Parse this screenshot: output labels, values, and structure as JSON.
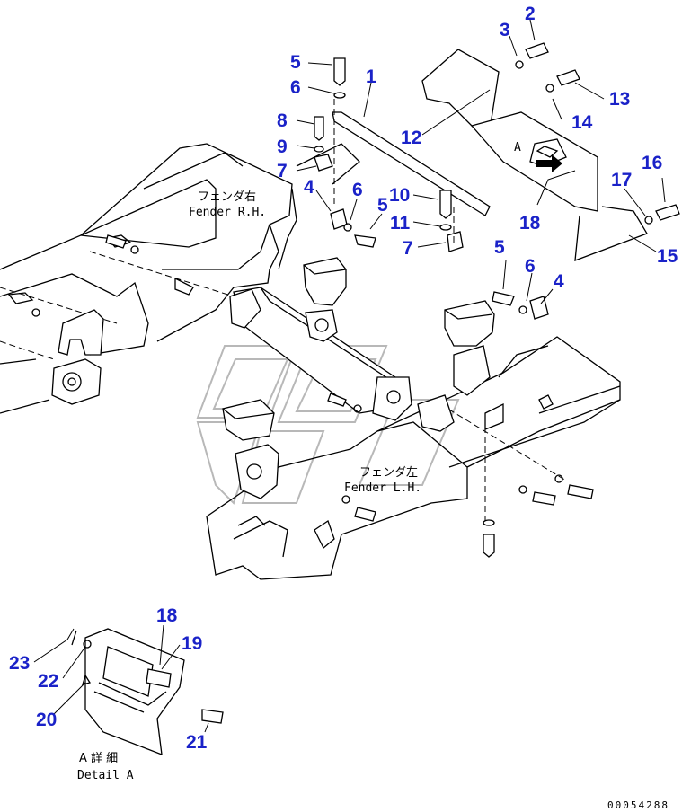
{
  "diagram": {
    "part_numbers": [
      {
        "id": "p2",
        "label": "2"
      },
      {
        "id": "p3",
        "label": "3"
      },
      {
        "id": "p13",
        "label": "13"
      },
      {
        "id": "p5a",
        "label": "5"
      },
      {
        "id": "p1",
        "label": "1"
      },
      {
        "id": "p6a",
        "label": "6"
      },
      {
        "id": "p14",
        "label": "14"
      },
      {
        "id": "p8",
        "label": "8"
      },
      {
        "id": "p12",
        "label": "12"
      },
      {
        "id": "p9",
        "label": "9"
      },
      {
        "id": "p7a",
        "label": "7"
      },
      {
        "id": "p16",
        "label": "16"
      },
      {
        "id": "p17",
        "label": "17"
      },
      {
        "id": "p4a",
        "label": "4"
      },
      {
        "id": "p6b",
        "label": "6"
      },
      {
        "id": "p10",
        "label": "10"
      },
      {
        "id": "p5b",
        "label": "5"
      },
      {
        "id": "p18a",
        "label": "18"
      },
      {
        "id": "p11",
        "label": "11"
      },
      {
        "id": "p7b",
        "label": "7"
      },
      {
        "id": "p15",
        "label": "15"
      },
      {
        "id": "p5c",
        "label": "5"
      },
      {
        "id": "p6c",
        "label": "6"
      },
      {
        "id": "p4b",
        "label": "4"
      },
      {
        "id": "p18b",
        "label": "18"
      },
      {
        "id": "p19",
        "label": "19"
      },
      {
        "id": "p23",
        "label": "23"
      },
      {
        "id": "p22",
        "label": "22"
      },
      {
        "id": "p20",
        "label": "20"
      },
      {
        "id": "p21",
        "label": "21"
      }
    ],
    "fender_rh_jp": "フェンダ右",
    "fender_rh_en": "Fender R.H.",
    "fender_lh_jp": "フェンダ左",
    "fender_lh_en": "Fender L.H.",
    "view_marker": "A",
    "detail_jp": "A 詳 細",
    "detail_en": "Detail A",
    "doc_code": "00054288"
  }
}
